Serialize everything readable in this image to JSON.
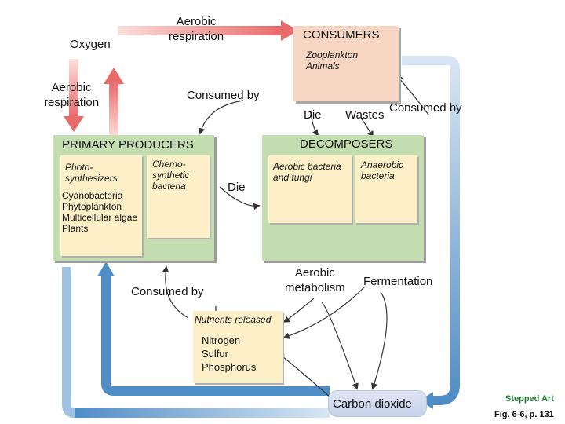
{
  "labels": {
    "oxygen": "Oxygen",
    "aerobic_respiration_top": "Aerobic\nrespiration",
    "aerobic_respiration_left": "Aerobic\nrespiration",
    "consumed_by_top": "Consumed by",
    "consumed_by_right": "Consumed by",
    "consumed_by_bottom": "Consumed by",
    "die_consumers": "Die",
    "wastes": "Wastes",
    "die_producers": "Die",
    "aerobic_metabolism": "Aerobic\nmetabolism",
    "fermentation": "Fermentation"
  },
  "consumers": {
    "title": "CONSUMERS",
    "members": "Zooplankton\nAnimals"
  },
  "producers": {
    "title": "PRIMARY PRODUCERS",
    "photosynthesizers": "Photo-\nsynthesizers",
    "photosynthesizer_list": "Cyanobacteria\nPhytoplankton\nMulticellular algae\nPlants",
    "chemosynthetic": "Chemo-\nsynthetic\nbacteria"
  },
  "decomposers": {
    "title": "DECOMPOSERS",
    "aerobic": "Aerobic bacteria\nand fungi",
    "anaerobic": "Anaerobic\nbacteria"
  },
  "nutrients": {
    "title": "Nutrients released",
    "list": "Nitrogen\nSulfur\nPhosphorus"
  },
  "carbon_dioxide": "Carbon dioxide",
  "credits": {
    "stepped": "Stepped Art",
    "fig": "Fig. 6-6, p. 131"
  },
  "colors": {
    "green": "#c3dcb0",
    "cream": "#fdf0c8",
    "pink": "#f7d6c3",
    "blue_arrow": "#4f8dc7",
    "red_arrow": "#e86a6a",
    "credit_green": "#1f7a33"
  }
}
